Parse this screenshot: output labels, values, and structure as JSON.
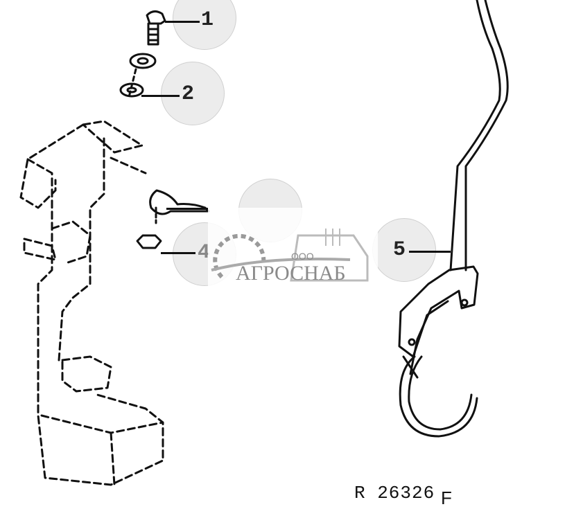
{
  "diagram": {
    "type": "exploded parts diagram",
    "callouts": [
      {
        "id": 1,
        "label": "1",
        "part": "bolt"
      },
      {
        "id": 2,
        "label": "2",
        "part": "washers"
      },
      {
        "id": 3,
        "label": "",
        "part": "bracket clamp (label hidden by watermark)"
      },
      {
        "id": 4,
        "label": "4",
        "part": "nut"
      },
      {
        "id": 5,
        "label": "5",
        "part": "hook rod"
      }
    ],
    "figure_id": "R 26326",
    "figure_suffix": "F"
  },
  "watermark": {
    "prefix": "ООО",
    "brand": "АГРОСНАБ"
  },
  "colors": {
    "line": "#111111",
    "callout_fill": "#ececec",
    "watermark": "#8a8a8a"
  }
}
